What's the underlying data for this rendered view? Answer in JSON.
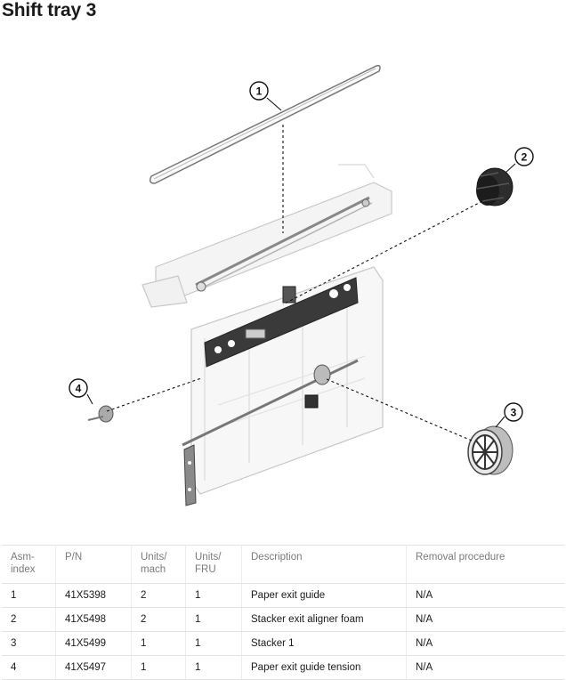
{
  "page": {
    "title": "Shift tray 3"
  },
  "diagram": {
    "callouts": [
      "1",
      "2",
      "3",
      "4"
    ]
  },
  "table": {
    "headers": [
      "Asm-\nindex",
      "P/N",
      "Units/\nmach",
      "Units/\nFRU",
      "Description",
      "Removal procedure"
    ],
    "rows": [
      [
        "1",
        "41X5398",
        "2",
        "1",
        "Paper exit guide",
        "N/A"
      ],
      [
        "2",
        "41X5498",
        "2",
        "1",
        "Stacker exit aligner foam",
        "N/A"
      ],
      [
        "3",
        "41X5499",
        "1",
        "1",
        "Stacker 1",
        "N/A"
      ],
      [
        "4",
        "41X5497",
        "1",
        "1",
        "Paper exit guide tension",
        "N/A"
      ]
    ]
  }
}
